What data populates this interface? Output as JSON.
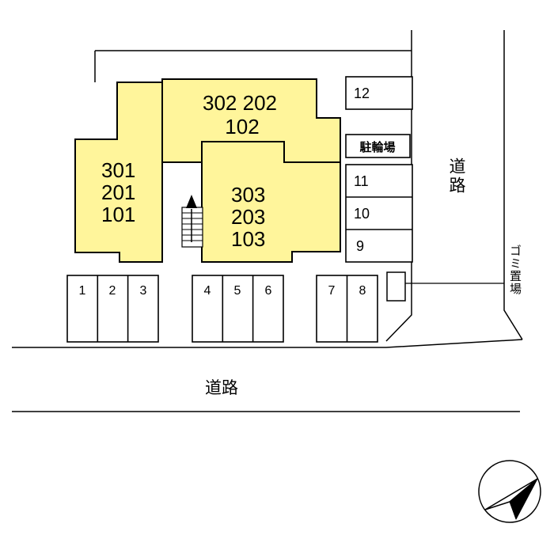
{
  "plan": {
    "units": {
      "top_line1": "302 202",
      "top_line2": "102",
      "left": [
        "301",
        "201",
        "101"
      ],
      "middle": [
        "303",
        "203",
        "103"
      ]
    },
    "parking": {
      "group1": [
        "1",
        "2",
        "3"
      ],
      "group2": [
        "4",
        "5",
        "6"
      ],
      "group3": [
        "7",
        "8"
      ],
      "column": [
        "12",
        "11",
        "10",
        "9"
      ]
    },
    "labels": {
      "bicycle": "駐輪場",
      "road_right": "道路",
      "road_bottom": "道路",
      "garbage": "ゴミ置場"
    },
    "colors": {
      "building_fill": "#FFF59B",
      "line": "#000000"
    }
  }
}
